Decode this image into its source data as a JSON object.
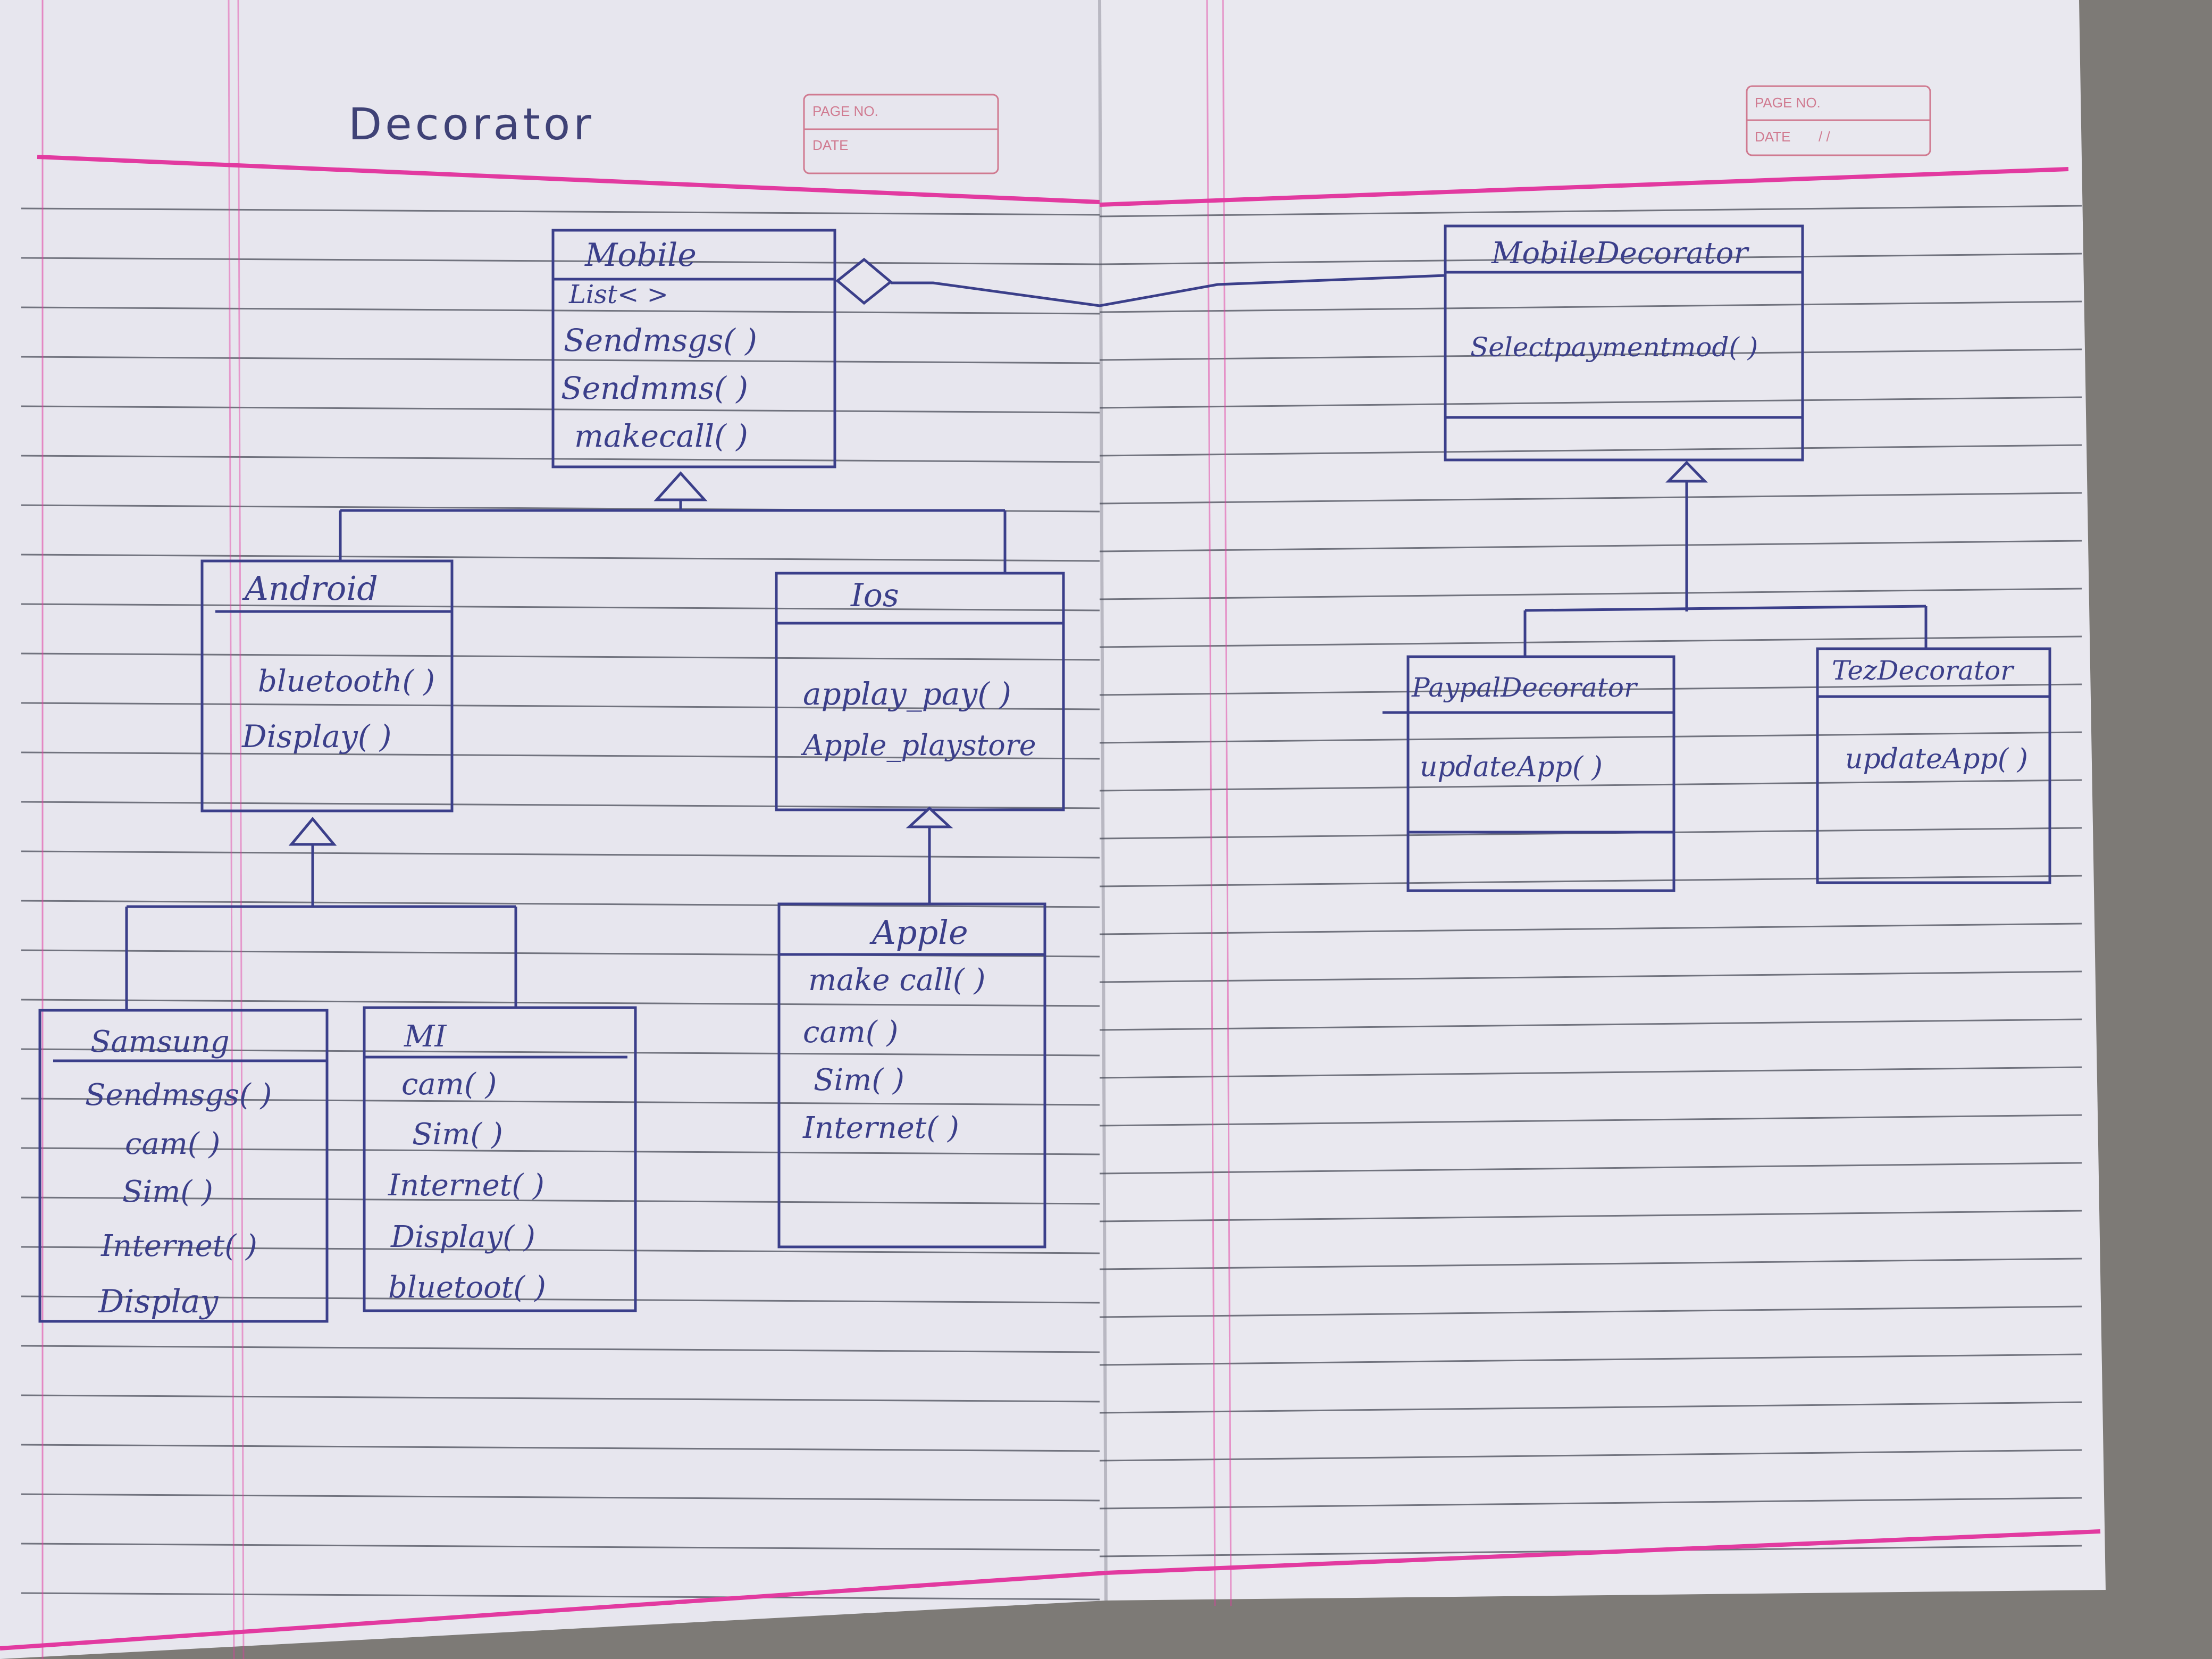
{
  "page": {
    "title": "Decorator",
    "left_stamp": {
      "page_no_label": "PAGE NO.",
      "date_label": "DATE"
    },
    "right_stamp": {
      "page_no_label": "PAGE NO.",
      "date_label": "DATE",
      "date_value": "/ /"
    }
  },
  "colors": {
    "paper": "#e9e8ef",
    "rule_line": "#4a4d59",
    "margin_pink": "#e23aa0",
    "ink": "#3b3f8a"
  },
  "diagram": {
    "classes": {
      "mobile": {
        "name": "Mobile",
        "members": [
          "List< >",
          "Sendmsgs( )",
          "Sendmms( )",
          "makecall( )"
        ]
      },
      "android": {
        "name": "Android",
        "members": [
          "bluetooth( )",
          "Display( )"
        ]
      },
      "ios": {
        "name": "Ios",
        "members": [
          "applay_pay( )",
          "Apple_playstore"
        ]
      },
      "samsung": {
        "name": "Samsung",
        "members": [
          "Sendmsgs( )",
          "cam( )",
          "Sim( )",
          "Internet( )",
          "Display"
        ]
      },
      "mi": {
        "name": "MI",
        "members": [
          "cam( )",
          "Sim( )",
          "Internet( )",
          "Display( )",
          "bluetoot( )"
        ]
      },
      "apple": {
        "name": "Apple",
        "members": [
          "make call( )",
          "cam( )",
          "Sim( )",
          "Internet( )"
        ]
      },
      "mobile_decorator": {
        "name": "MobileDecorator",
        "members": [
          "Selectpaymentmod( )"
        ]
      },
      "paypal_decorator": {
        "name": "PaypalDecorator",
        "members": [
          "updateApp( )"
        ]
      },
      "tez_decorator": {
        "name": "TezDecorator",
        "members": [
          "updateApp( )"
        ]
      }
    },
    "relations": [
      {
        "from": "Android",
        "to": "Mobile",
        "type": "generalization"
      },
      {
        "from": "Ios",
        "to": "Mobile",
        "type": "generalization"
      },
      {
        "from": "Samsung",
        "to": "Android",
        "type": "generalization"
      },
      {
        "from": "MI",
        "to": "Android",
        "type": "generalization"
      },
      {
        "from": "Apple",
        "to": "Ios",
        "type": "generalization"
      },
      {
        "from": "PaypalDecorator",
        "to": "MobileDecorator",
        "type": "generalization"
      },
      {
        "from": "TezDecorator",
        "to": "MobileDecorator",
        "type": "generalization"
      },
      {
        "from": "MobileDecorator",
        "to": "Mobile",
        "type": "aggregation"
      }
    ]
  }
}
